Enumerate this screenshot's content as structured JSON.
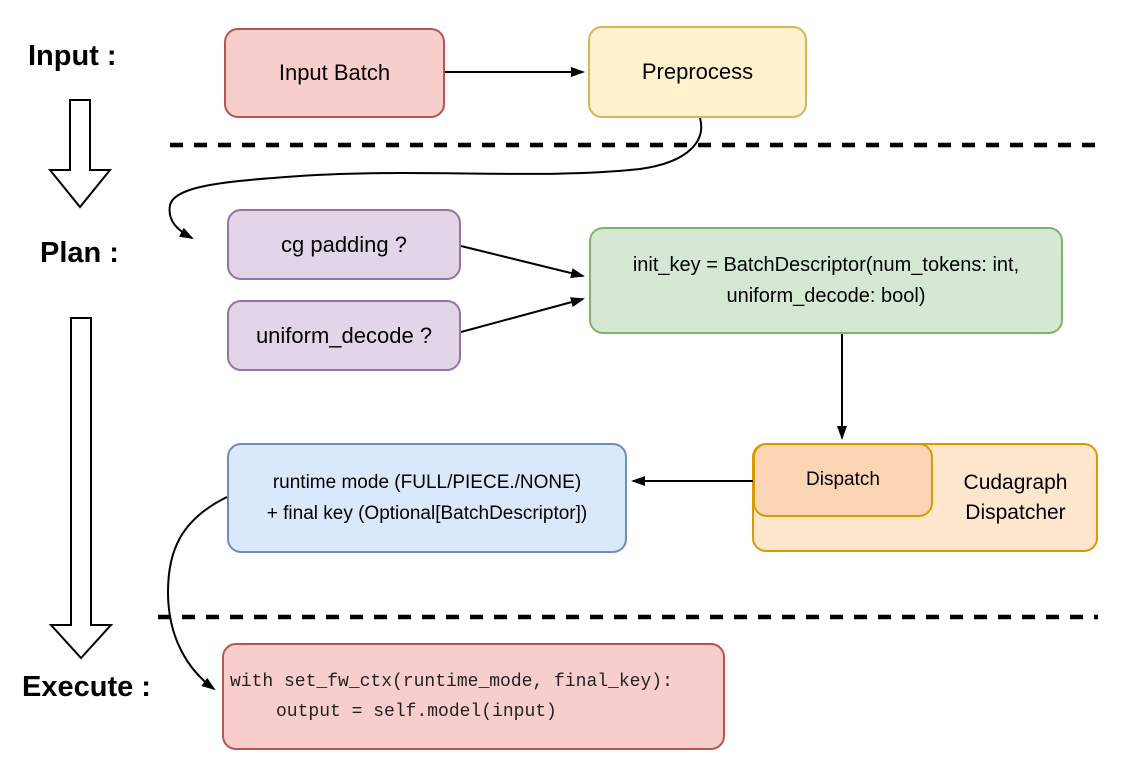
{
  "stage_labels": {
    "input": "Input :",
    "plan": "Plan :",
    "execute": "Execute :"
  },
  "nodes": {
    "input_batch": {
      "label": "Input Batch",
      "fill": "#f8cecc",
      "stroke": "#b85450"
    },
    "preprocess": {
      "label": "Preprocess",
      "fill": "#fff2cc",
      "stroke": "#d6b656"
    },
    "cg_padding": {
      "label": "cg padding ?",
      "fill": "#e1d5e7",
      "stroke": "#9673a6"
    },
    "uniform_decode": {
      "label": "uniform_decode ?",
      "fill": "#e1d5e7",
      "stroke": "#9673a6"
    },
    "init_key": {
      "lines": [
        "init_key = BatchDescriptor(num_tokens: int,",
        "uniform_decode: bool)"
      ],
      "fill": "#d5e8d4",
      "stroke": "#82b366"
    },
    "dispatch": {
      "label": "Dispatch",
      "fill": "#fcd5b5",
      "stroke": "#d79b00"
    },
    "cudagraph_dispatcher": {
      "lines": [
        "Cudagraph",
        "Dispatcher"
      ],
      "fill": "#ffe6cc",
      "stroke": "#d79b00"
    },
    "runtime_mode": {
      "lines": [
        "runtime mode (FULL/PIECE./NONE)",
        "+ final key (Optional[BatchDescriptor])"
      ],
      "fill": "#dae8fc",
      "stroke": "#6c8ebf"
    },
    "execute_code": {
      "lines": [
        "with set_fw_ctx(runtime_mode, final_key):",
        "output = self.model(input)"
      ],
      "fill": "#f8cecc",
      "stroke": "#b85450"
    }
  },
  "connector_color": "#000000"
}
